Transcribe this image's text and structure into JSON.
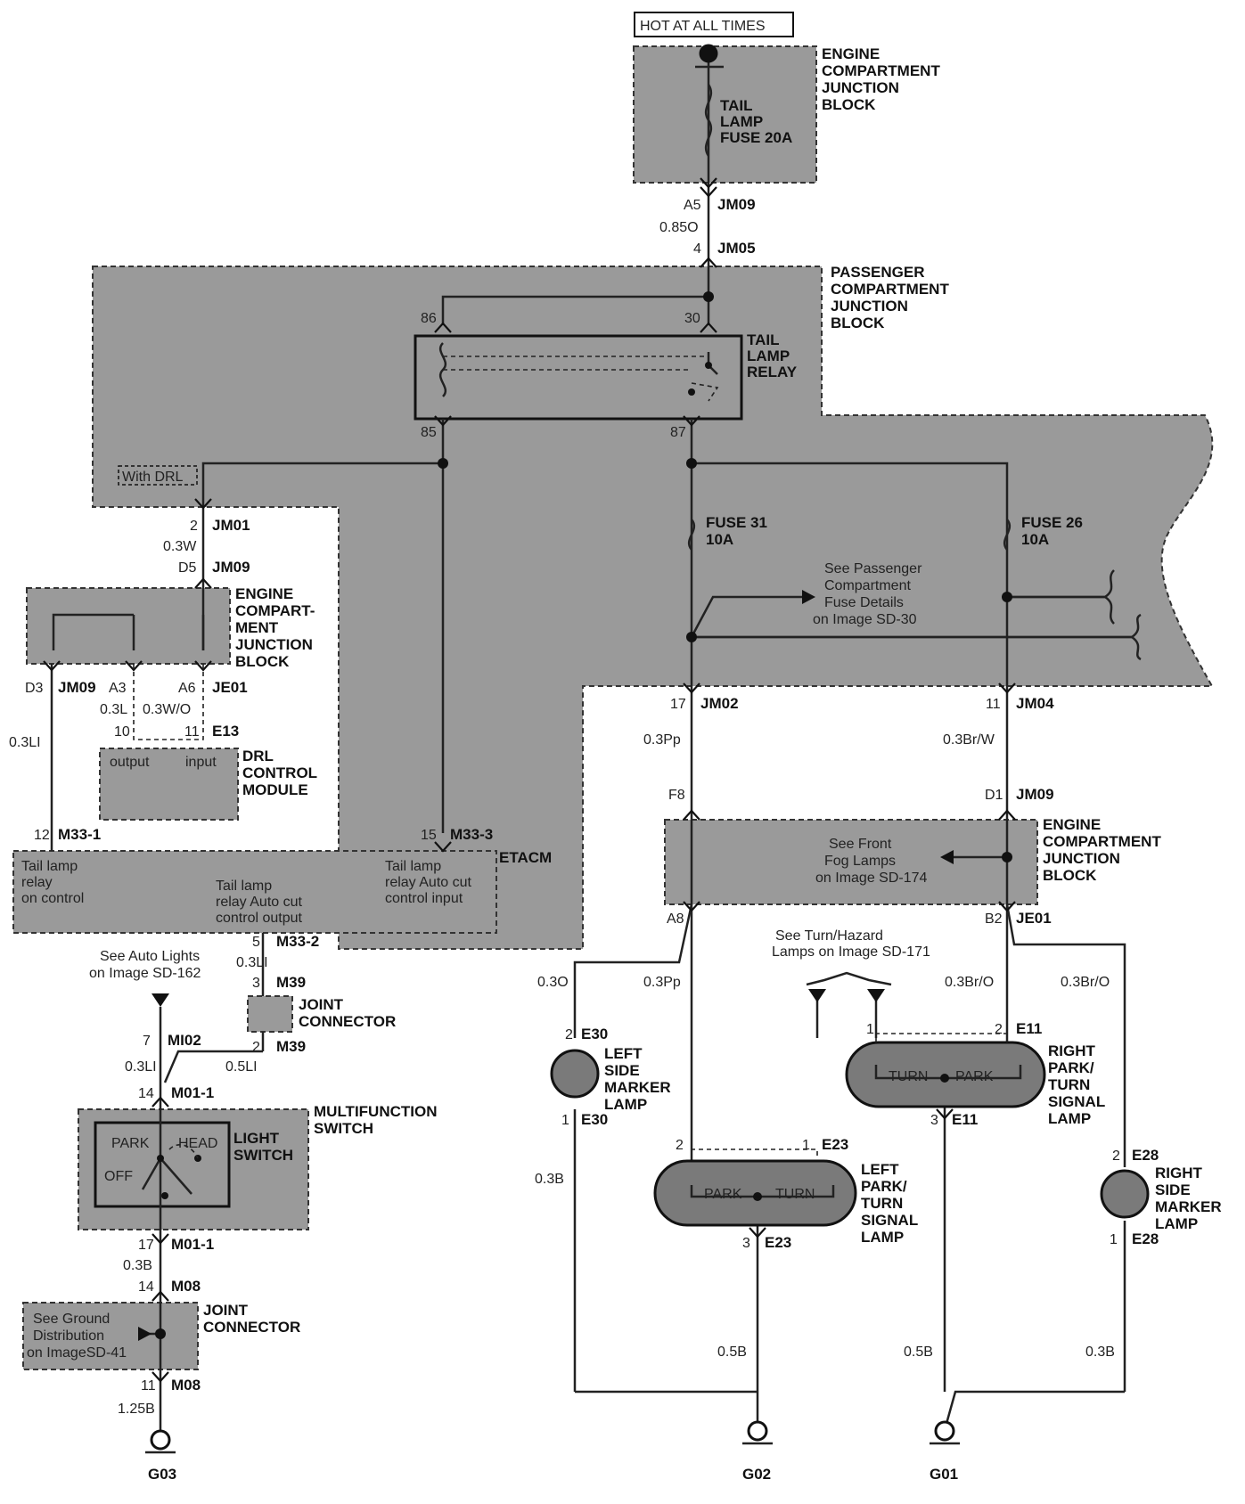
{
  "top_label": "HOT AT ALL TIMES",
  "blocks": {
    "engine_jb_top": [
      "ENGINE",
      "COMPARTMENT",
      "JUNCTION",
      "BLOCK"
    ],
    "passenger_jb": [
      "PASSENGER",
      "COMPARTMENT",
      "JUNCTION",
      "BLOCK"
    ],
    "engine_jb_left": [
      "ENGINE",
      "COMPART-",
      "MENT",
      "JUNCTION",
      "BLOCK"
    ],
    "drl_module": [
      "DRL",
      "CONTROL",
      "MODULE"
    ],
    "etacm": "ETACM",
    "joint_connector_1": [
      "JOINT",
      "CONNECTOR"
    ],
    "multifunction_switch": [
      "MULTIFUNCTION",
      "SWITCH"
    ],
    "light_switch": [
      "LIGHT",
      "SWITCH"
    ],
    "joint_connector_2": [
      "JOINT",
      "CONNECTOR"
    ],
    "engine_jb_right": [
      "ENGINE",
      "COMPARTMENT",
      "JUNCTION",
      "BLOCK"
    ]
  },
  "components": {
    "tail_fuse": [
      "TAIL",
      "LAMP",
      "FUSE 20A"
    ],
    "tail_relay": [
      "TAIL",
      "LAMP",
      "RELAY"
    ],
    "fuse31": [
      "FUSE 31",
      "10A"
    ],
    "fuse26": [
      "FUSE 26",
      "10A"
    ],
    "with_drl": "With DRL",
    "passenger_fuse_note": [
      "See Passenger",
      "Compartment",
      "Fuse Details",
      "on Image SD-30"
    ],
    "fog_note": [
      "See Front",
      "Fog Lamps",
      "on Image SD-174"
    ],
    "turn_note": [
      "See Turn/Hazard",
      "Lamps on Image SD-171"
    ],
    "auto_lights_note": [
      "See Auto Lights",
      "on Image SD-162"
    ],
    "ground_note": [
      "See Ground",
      "Distribution",
      "on ImageSD-41"
    ],
    "drl_output": "output",
    "drl_input": "input",
    "etacm_left": [
      "Tail lamp",
      "relay",
      "on control"
    ],
    "etacm_mid": [
      "Tail lamp",
      "relay Auto cut",
      "control output"
    ],
    "etacm_right": [
      "Tail lamp",
      "relay Auto cut",
      "control input"
    ],
    "switch_park": "PARK",
    "switch_head": "HEAD",
    "switch_off": "OFF",
    "left_marker": [
      "LEFT",
      "SIDE",
      "MARKER",
      "LAMP"
    ],
    "right_marker": [
      "RIGHT",
      "SIDE",
      "MARKER",
      "LAMP"
    ],
    "left_park_turn": [
      "LEFT",
      "PARK/",
      "TURN",
      "SIGNAL",
      "LAMP"
    ],
    "right_park_turn": [
      "RIGHT",
      "PARK/",
      "TURN",
      "SIGNAL",
      "LAMP"
    ],
    "lamp_park": "PARK",
    "lamp_turn": "TURN"
  },
  "pins": {
    "a5": "A5",
    "jm09_a": "JM09",
    "w_085o": "0.85O",
    "p4": "4",
    "jm05": "JM05",
    "r86": "86",
    "r30": "30",
    "r85": "85",
    "r87": "87",
    "p2": "2",
    "jm01": "JM01",
    "w_03w": "0.3W",
    "d5": "D5",
    "jm09_b": "JM09",
    "d3": "D3",
    "jm09_c": "JM09",
    "a3": "A3",
    "a6": "A6",
    "je01_a": "JE01",
    "w_03l": "0.3L",
    "w_03wo": "0.3W/O",
    "w_03li_a": "0.3LI",
    "p10": "10",
    "p11": "11",
    "e13": "E13",
    "p12": "12",
    "m33_1": "M33-1",
    "p15": "15",
    "m33_3": "M33-3",
    "p5": "5",
    "m33_2": "M33-2",
    "w_03li_b": "0.3LI",
    "p3": "3",
    "m39_a": "M39",
    "p7": "7",
    "mi02": "MI02",
    "p2b": "2",
    "m39_b": "M39",
    "w_03li_c": "0.3LI",
    "w_05li": "0.5LI",
    "p14": "14",
    "m01_1a": "M01-1",
    "p17": "17",
    "m01_1b": "M01-1",
    "w_03b_a": "0.3B",
    "p14b": "14",
    "m08_a": "M08",
    "p11b": "11",
    "m08_b": "M08",
    "w_125b": "1.25B",
    "g03": "G03",
    "p17b": "17",
    "jm02": "JM02",
    "p11c": "11",
    "jm04": "JM04",
    "w_03pp_a": "0.3Pp",
    "w_03brw": "0.3Br/W",
    "f8": "F8",
    "d1": "D1",
    "jm09_d": "JM09",
    "a8": "A8",
    "b2": "B2",
    "je01_b": "JE01",
    "w_03o": "0.3O",
    "w_03pp_b": "0.3Pp",
    "w_03bro_a": "0.3Br/O",
    "w_03bro_b": "0.3Br/O",
    "p2c": "2",
    "e30_a": "E30",
    "p1": "1",
    "e30_b": "E30",
    "p1b": "1",
    "p2d": "2",
    "e11_a": "E11",
    "p3b": "3",
    "e11_b": "E11",
    "p2e": "2",
    "p1c": "1",
    "e23_a": "E23",
    "p3c": "3",
    "e23_b": "E23",
    "p2f": "2",
    "e28_a": "E28",
    "p1d": "1",
    "e28_b": "E28",
    "w_03b_b": "0.3B",
    "w_05b_a": "0.5B",
    "w_05b_b": "0.5B",
    "w_03b_c": "0.3B",
    "g02": "G02",
    "g01": "G01"
  }
}
